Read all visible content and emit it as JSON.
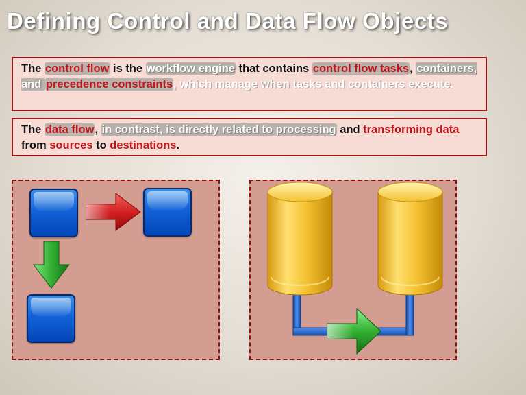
{
  "title": "Defining Control and Data Flow Objects",
  "box1": {
    "s1": "The ",
    "s2": "control flow",
    "s3": " is the ",
    "s4": "workflow engine",
    "s5": " that contains ",
    "s6": "control flow tasks",
    "s7": ", ",
    "s8": "containers, and ",
    "s9": "precedence constraints",
    "s10": ", which manage when tasks and containers execute."
  },
  "box2": {
    "s1": "The ",
    "s2": "data flow",
    "s3": ", ",
    "s4": "in contrast, is directly related to processing",
    "s5": " and ",
    "s6": "transforming data",
    "s7": " from ",
    "s8": "sources",
    "s9": " to ",
    "s10": "destinations",
    "s11": "."
  },
  "colors": {
    "highlight_red": "#c0161a",
    "box_border": "#9c1414",
    "box_fill": "#f6dcd5",
    "panel_fill": "#d49d91",
    "panel_border": "#8a0e12",
    "task_blue": "#1262d8",
    "arrow_red": "#d42020",
    "arrow_green": "#33b033",
    "database_gold": "#f0c030",
    "pipe_blue": "#2e6fd0"
  },
  "icons": {
    "task": "blue-task-box-icon",
    "precedence_red": "red-arrow-icon",
    "precedence_green": "green-arrow-icon",
    "source": "database-cylinder-icon",
    "destination": "database-cylinder-icon",
    "data_path": "green-arrow-icon"
  }
}
